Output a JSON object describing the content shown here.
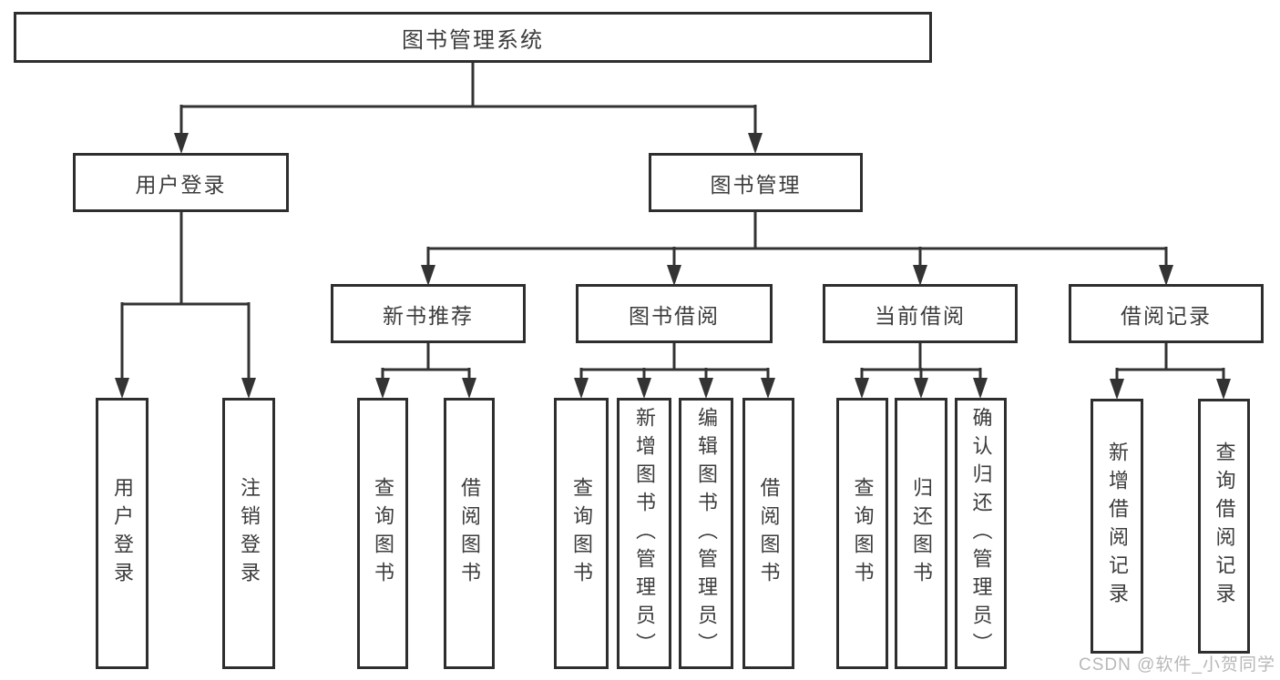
{
  "diagram": {
    "root": {
      "label": "图书管理系统"
    },
    "branches": [
      {
        "label": "用户登录",
        "children": [
          {
            "label": "用户登录"
          },
          {
            "label": "注销登录"
          }
        ]
      },
      {
        "label": "图书管理",
        "sections": [
          {
            "label": "新书推荐",
            "children": [
              {
                "label": "查询图书"
              },
              {
                "label": "借阅图书"
              }
            ]
          },
          {
            "label": "图书借阅",
            "children": [
              {
                "label": "查询图书"
              },
              {
                "label": "新增图书（管理员）"
              },
              {
                "label": "编辑图书（管理员）"
              },
              {
                "label": "借阅图书"
              }
            ]
          },
          {
            "label": "当前借阅",
            "children": [
              {
                "label": "查询图书"
              },
              {
                "label": "归还图书"
              },
              {
                "label": "确认归还（管理员）"
              }
            ]
          },
          {
            "label": "借阅记录",
            "children": [
              {
                "label": "新增借阅记录"
              },
              {
                "label": "查询借阅记录"
              }
            ]
          }
        ]
      }
    ]
  },
  "watermark": "CSDN @软件_小贺同学",
  "colors": {
    "line": "#333333",
    "border": "#2e2e2e",
    "text": "#3c3c3c",
    "watermark": "#b8b8b8"
  }
}
